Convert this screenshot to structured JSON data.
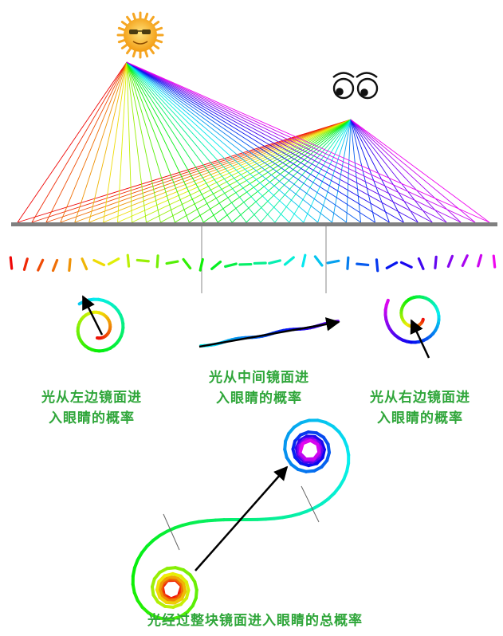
{
  "captions": {
    "left": [
      "光从左边镜面进",
      "入眼睛的概率"
    ],
    "middle": [
      "光从中间镜面进",
      "入眼睛的概率"
    ],
    "right": [
      "光从右边镜面进",
      "入眼睛的概率"
    ],
    "total": "光经过整块镜面进入眼睛的总概率"
  },
  "colors": {
    "caption": "#2fa63a",
    "mirror": "#808080",
    "arrow": "#000000",
    "sun": "#f7b21f"
  },
  "icons": [
    "sun-icon",
    "eyes-icon"
  ]
}
